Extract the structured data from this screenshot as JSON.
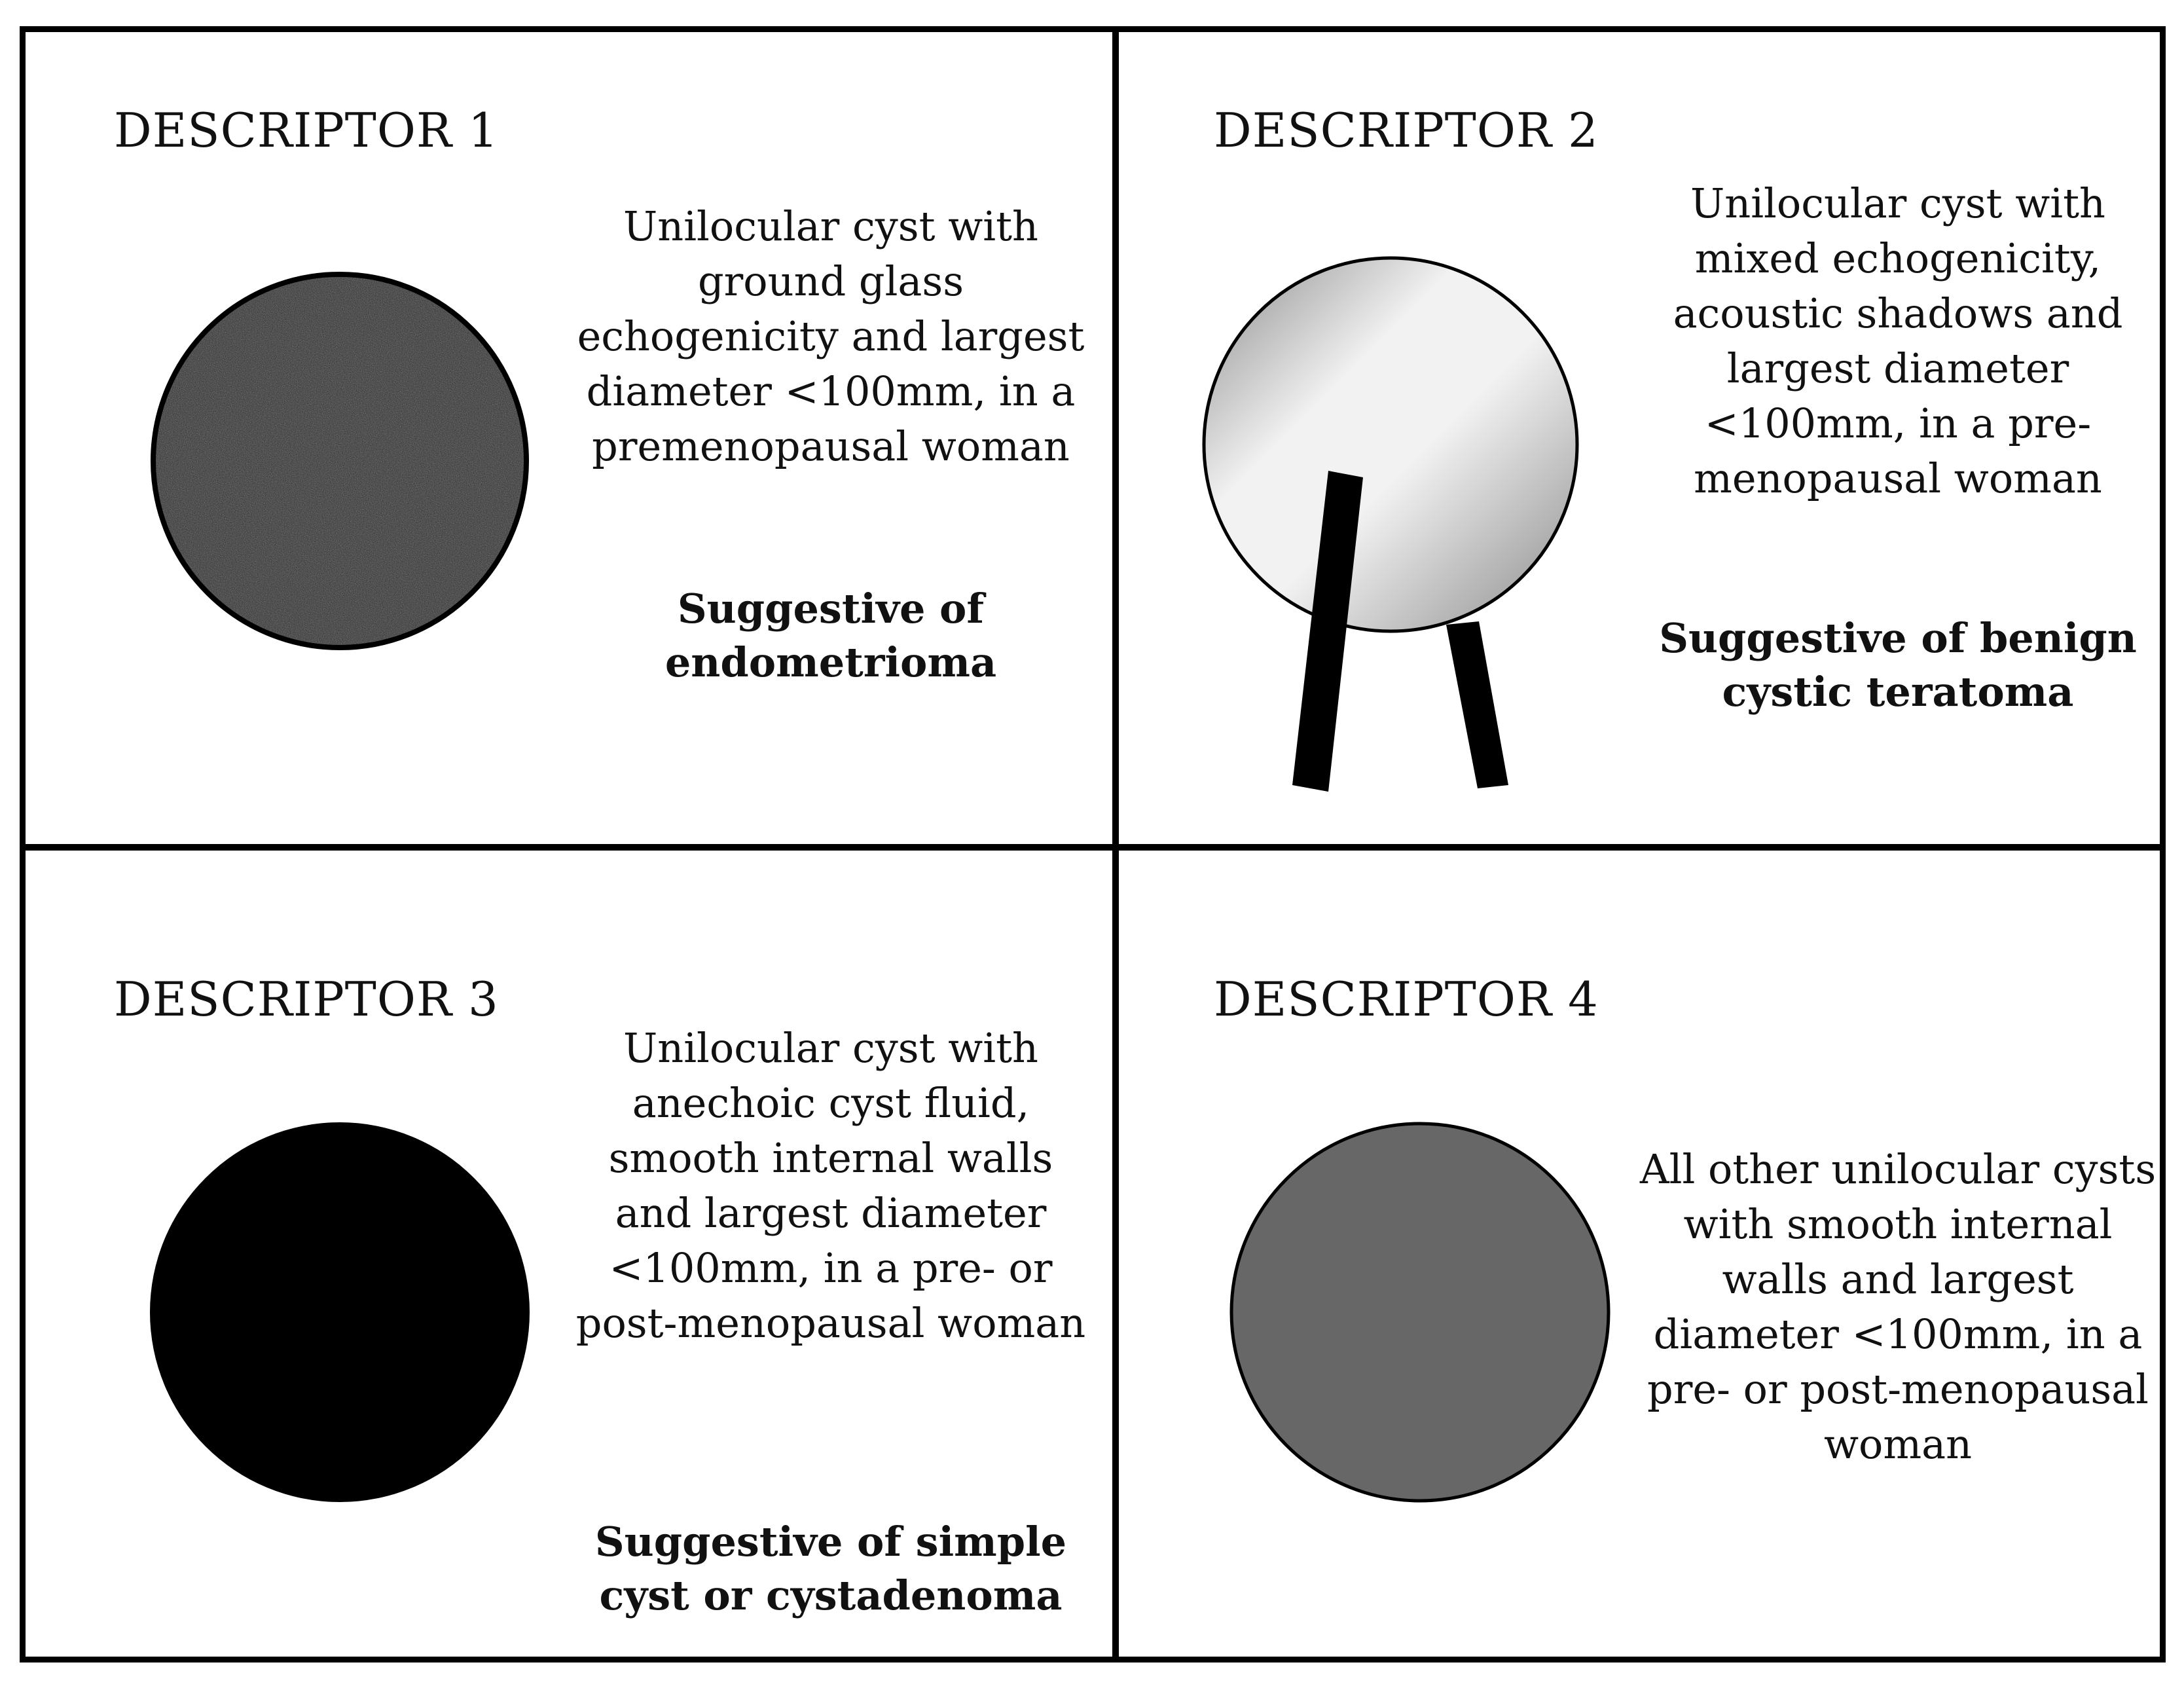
{
  "panels": [
    {
      "heading": "DESCRIPTOR 1",
      "description": "Unilocular cyst with ground glass echogenicity and largest diameter <100mm, in a premenopausal woman",
      "verdict": "Suggestive of endometrioma"
    },
    {
      "heading": "DESCRIPTOR 2",
      "description": "Unilocular cyst with mixed echogenicity, acoustic shadows and largest diameter <100mm, in a pre-menopausal woman",
      "verdict": "Suggestive of benign cystic teratoma"
    },
    {
      "heading": "DESCRIPTOR 3",
      "description": "Unilocular cyst with anechoic cyst fluid, smooth internal walls and largest diameter <100mm, in a pre- or post-menopausal woman",
      "verdict": "Suggestive of simple cyst or cystadenoma"
    },
    {
      "heading": "DESCRIPTOR 4",
      "description": "All other unilocular cysts with smooth internal walls and largest diameter <100mm, in a pre- or post-menopausal woman"
    }
  ],
  "colors": {
    "border": "#000000",
    "ground_glass_fill": "#2b2b2b",
    "mixed_light": "#f2f2f2",
    "mixed_dark": "#8a8a8a",
    "anechoic_fill": "#000000",
    "other_fill": "#676767",
    "shadow_fill": "#000000"
  }
}
